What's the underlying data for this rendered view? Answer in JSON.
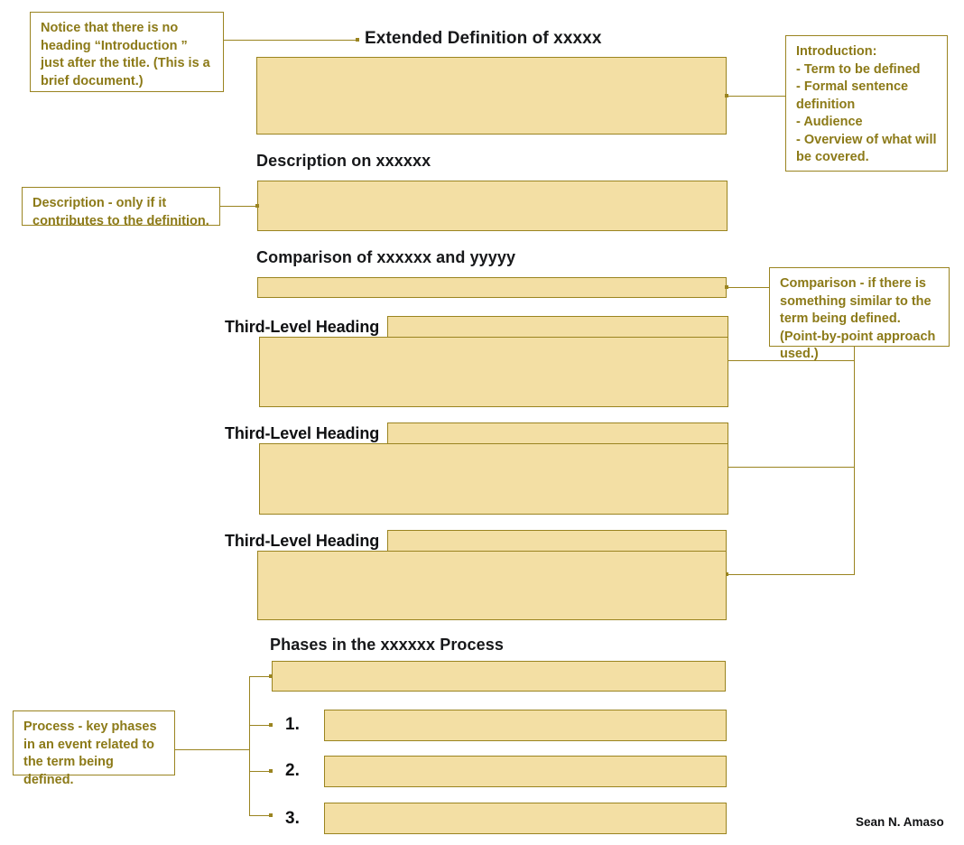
{
  "document": {
    "title": "Extended Definition of xxxxx",
    "byline": "Sean N. Amaso",
    "headings": {
      "description": "Description on xxxxxx",
      "comparison": "Comparison of xxxxxx and yyyyy",
      "third_level_1": "Third-Level Heading",
      "third_level_2": "Third-Level Heading",
      "third_level_3": "Third-Level Heading",
      "process": "Phases in the xxxxxx Process"
    },
    "process_list": [
      {
        "number": "1."
      },
      {
        "number": "2."
      },
      {
        "number": "3."
      }
    ]
  },
  "annotations": {
    "no_intro_heading": "Notice that there is no heading “Introduction ” just after the title. (This is a brief document.)",
    "introduction": "Introduction:\n- Term to be defined\n- Formal sentence\n  definition\n- Audience\n- Overview of what will\n  be covered.",
    "description": "Description - only if it contributes to the definition.",
    "comparison": "Comparison  - if there is something similar to the term being defined. (Point-by-point approach used.)",
    "process": "Process - key phases in an event related to the term being defined."
  },
  "colors": {
    "block_fill": "#F3DFA4",
    "stroke": "#9A8420",
    "annotation_text": "#8C7A18",
    "heading_text": "#111214",
    "background": "#FFFFFF"
  }
}
